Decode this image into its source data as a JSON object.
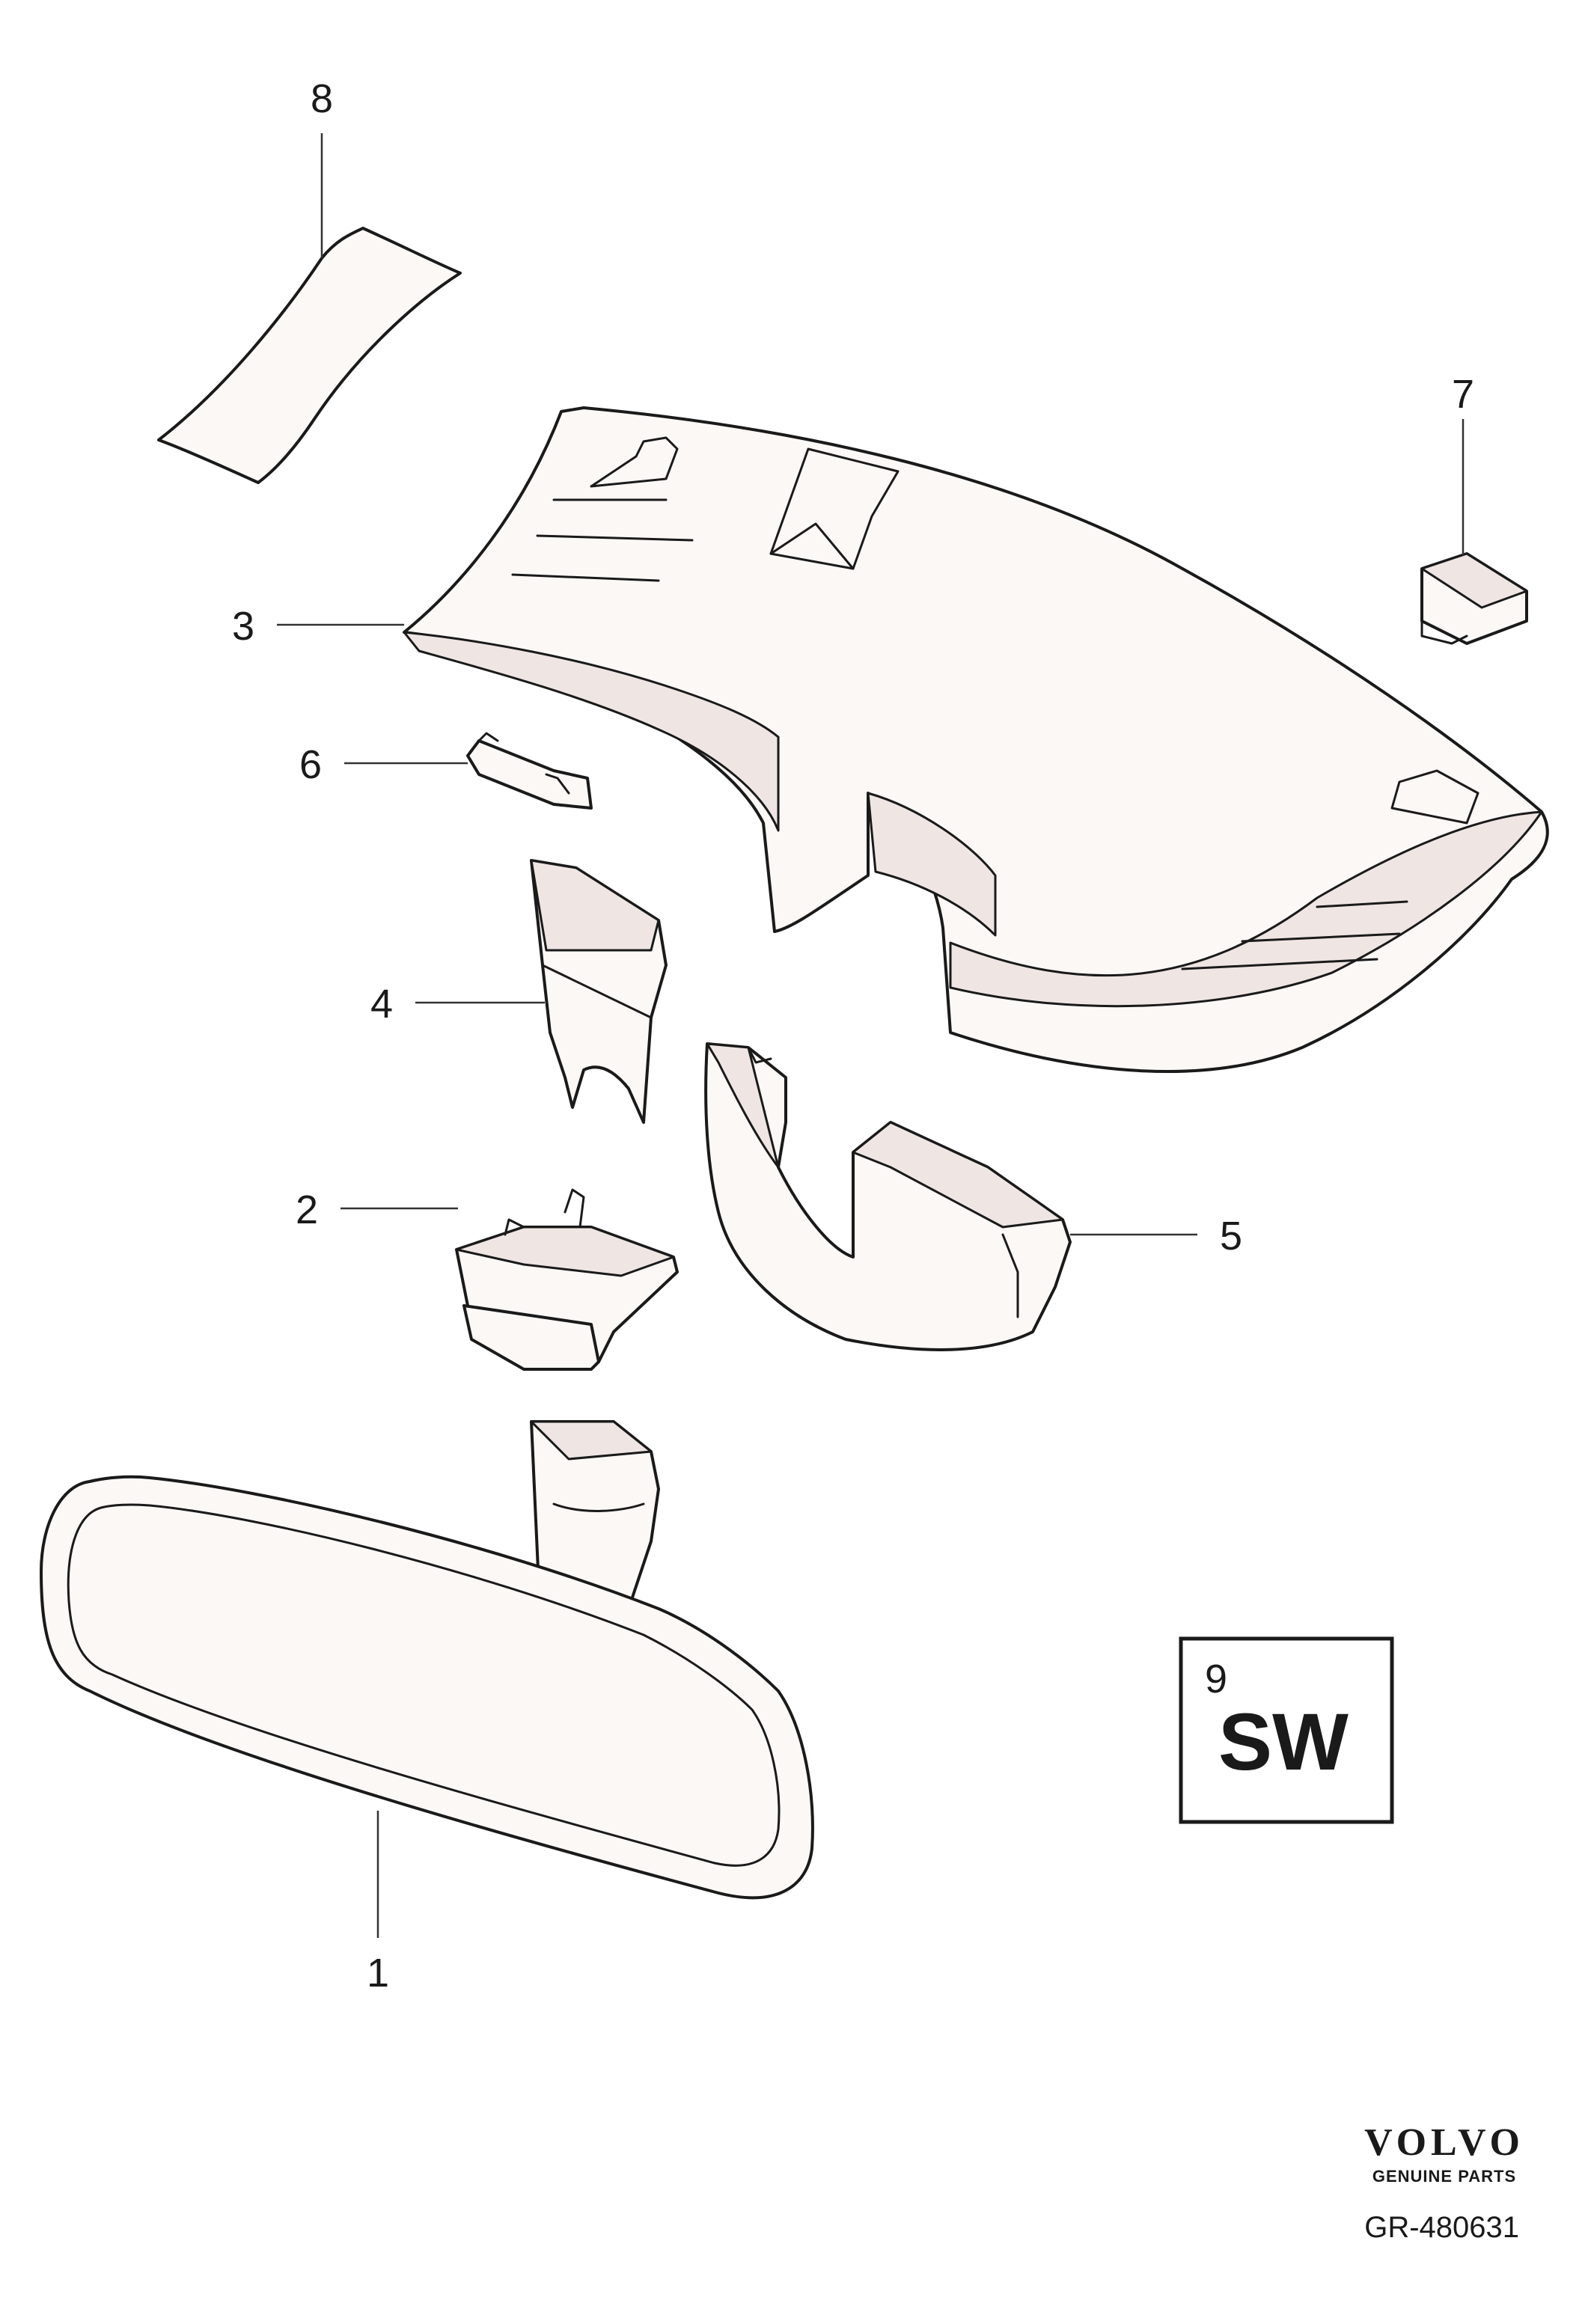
{
  "callouts": [
    {
      "id": "1",
      "label": "1"
    },
    {
      "id": "2",
      "label": "2"
    },
    {
      "id": "3",
      "label": "3"
    },
    {
      "id": "4",
      "label": "4"
    },
    {
      "id": "5",
      "label": "5"
    },
    {
      "id": "6",
      "label": "6"
    },
    {
      "id": "7",
      "label": "7"
    },
    {
      "id": "8",
      "label": "8"
    }
  ],
  "software_box": {
    "number": "9",
    "label": "SW"
  },
  "branding": {
    "logo_text": "VOLVO",
    "logo_subtext": "GENUINE PARTS"
  },
  "figure_ref": "GR-480631"
}
